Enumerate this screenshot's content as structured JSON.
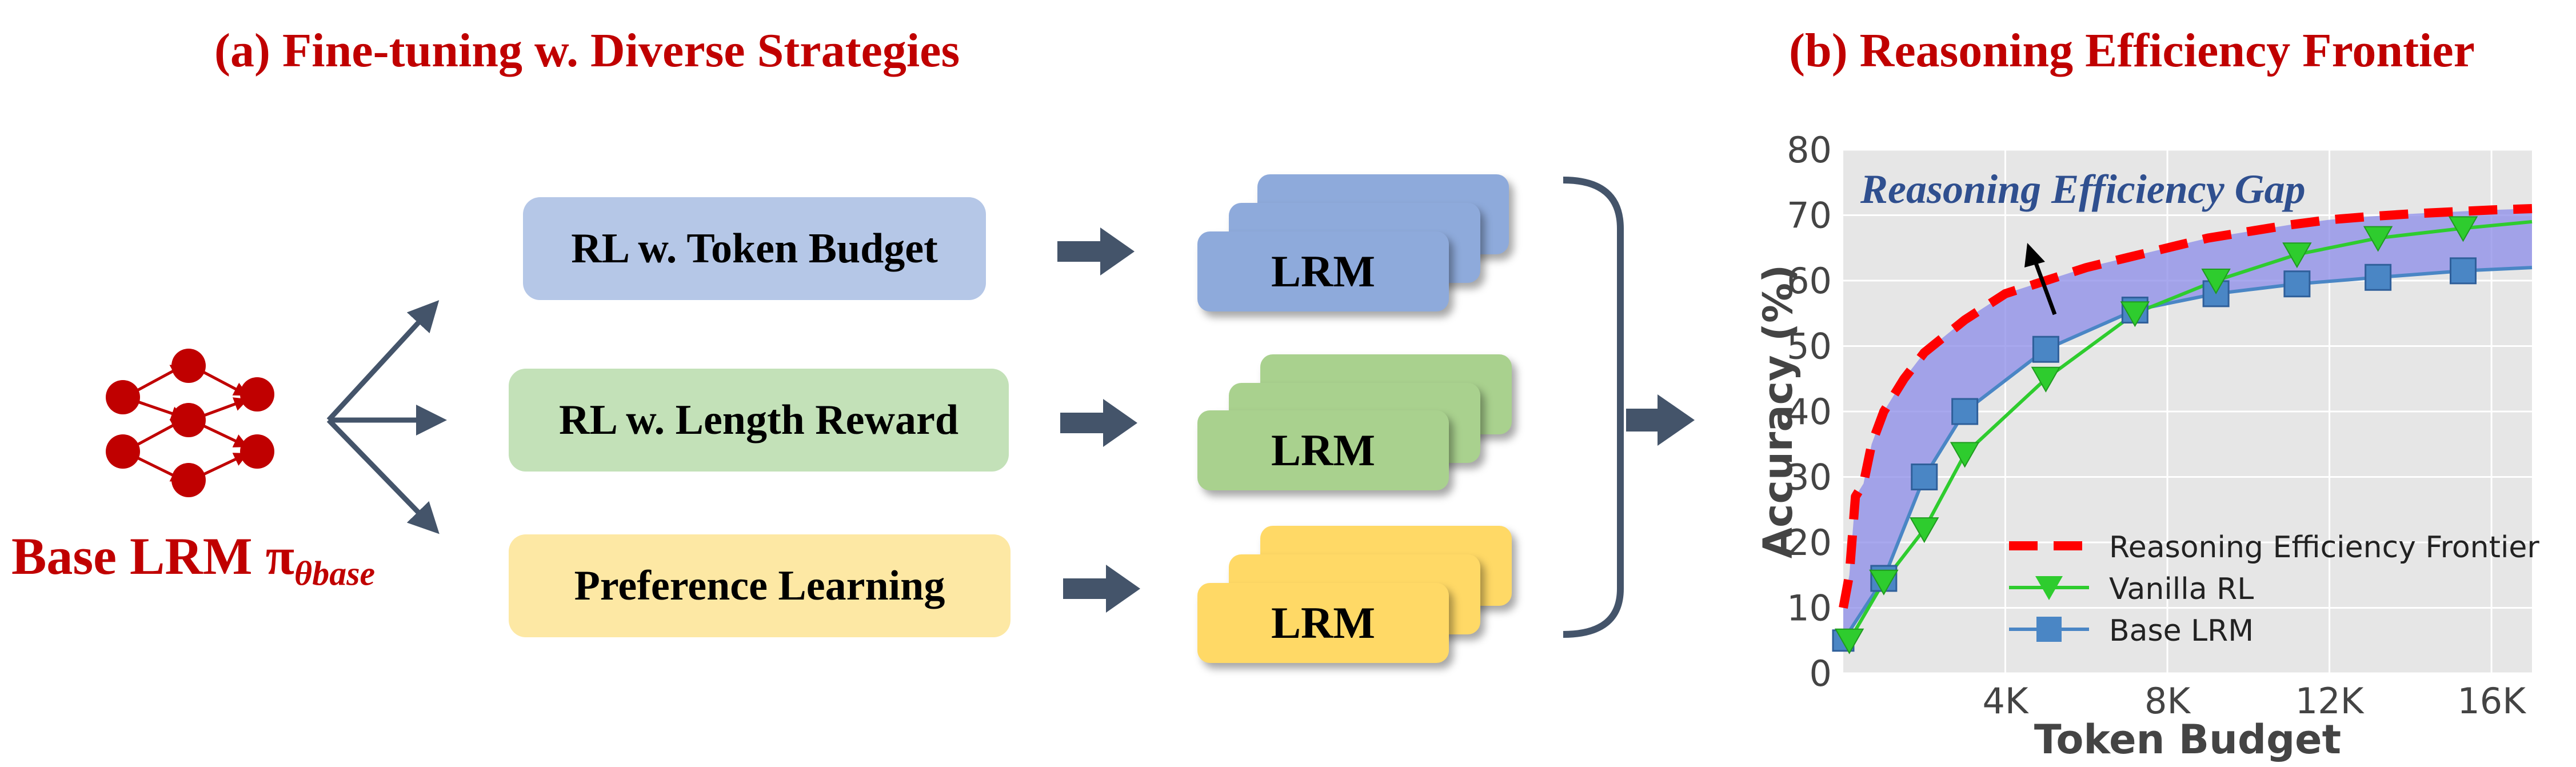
{
  "titles": {
    "a": "(a) Fine-tuning w. Diverse Strategies",
    "b": "(b) Reasoning Efficiency Frontier"
  },
  "base_model": {
    "label": "Base LRM π",
    "subscript": "θbase"
  },
  "strategies": [
    {
      "label": "RL w. Token Budget",
      "color": "#b5c7e7"
    },
    {
      "label": "RL w. Length Reward",
      "color": "#c3e1b8"
    },
    {
      "label": "Preference Learning",
      "color": "#fde8a4"
    }
  ],
  "lrm_stacks": [
    {
      "label": "LRM",
      "color": "#8eaadb"
    },
    {
      "label": "LRM",
      "color": "#a9d18e"
    },
    {
      "label": "LRM",
      "color": "#ffd966"
    }
  ],
  "colors": {
    "title": "#c00000",
    "arrow": "#44546a",
    "gap_fill": "#8b8be8",
    "annotation": "#2f4f8f"
  },
  "chart_data": {
    "type": "line",
    "title": "",
    "xlabel": "Token Budget",
    "ylabel": "Accuracy (%)",
    "xlim": [
      0,
      17000
    ],
    "ylim": [
      0,
      80
    ],
    "xticks": [
      4000,
      8000,
      12000,
      16000
    ],
    "xtick_labels": [
      "4K",
      "8K",
      "12K",
      "16K"
    ],
    "yticks": [
      0,
      10,
      20,
      30,
      40,
      50,
      60,
      70,
      80
    ],
    "ytick_labels": [
      "0",
      "10",
      "20",
      "30",
      "40",
      "50",
      "60",
      "70",
      "80"
    ],
    "grid": true,
    "legend_position": "bottom-right",
    "annotation": "Reasoning Efficiency Gap",
    "series": [
      {
        "name": "Reasoning Efficiency Frontier",
        "style": "dashed",
        "color": "#ff0000",
        "x": [
          0,
          150,
          300,
          500,
          700,
          1000,
          1500,
          2000,
          3000,
          4000,
          5000,
          6000,
          7000,
          8000,
          9000,
          10000,
          11000,
          12000,
          13000,
          14000,
          15000,
          16000,
          17000
        ],
        "y": [
          10,
          15,
          27,
          29,
          35,
          40,
          45,
          49,
          54,
          58,
          60,
          62,
          63.5,
          65,
          66.5,
          67.5,
          68.5,
          69.3,
          69.8,
          70.2,
          70.5,
          70.8,
          71
        ]
      },
      {
        "name": "Vanilla RL",
        "style": "marker-triangle",
        "color": "#2ecc2e",
        "x": [
          150,
          1000,
          2000,
          3000,
          5000,
          7200,
          9200,
          11200,
          13200,
          15300,
          17000
        ],
        "y": [
          5,
          14,
          22,
          33.5,
          45,
          55,
          60,
          64,
          66.5,
          68,
          69
        ]
      },
      {
        "name": "Base LRM",
        "style": "marker-square",
        "color": "#4a86c5",
        "x": [
          0,
          1000,
          2000,
          3000,
          5000,
          7200,
          9200,
          11200,
          13200,
          15300,
          17000
        ],
        "y": [
          5,
          14.5,
          30,
          40,
          49.5,
          55.5,
          58,
          59.5,
          60.5,
          61.5,
          62
        ]
      }
    ]
  }
}
